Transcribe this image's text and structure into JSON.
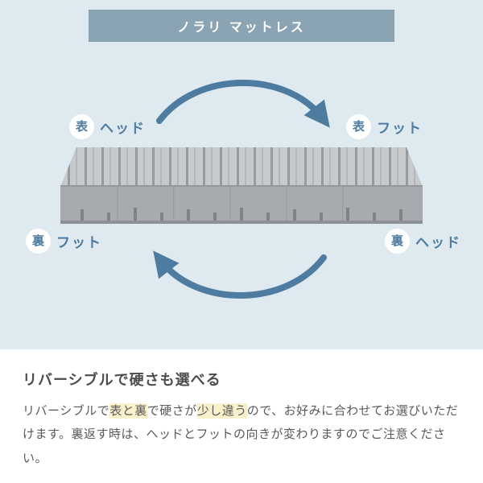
{
  "header": {
    "title": "ノラリ マットレス"
  },
  "diagram": {
    "badges": [
      {
        "circle": "表",
        "label": "ヘッド",
        "position": "top-left"
      },
      {
        "circle": "表",
        "label": "フット",
        "position": "top-right"
      },
      {
        "circle": "裏",
        "label": "フット",
        "position": "bottom-left"
      },
      {
        "circle": "裏",
        "label": "ヘッド",
        "position": "bottom-right"
      }
    ],
    "arrows": [
      "flip-arrow-top",
      "flip-arrow-bottom"
    ]
  },
  "section": {
    "heading": "リバーシブルで硬さも選べる",
    "body": [
      {
        "text": "リバーシブルで",
        "highlight": false
      },
      {
        "text": "表と裏",
        "highlight": true
      },
      {
        "text": "で硬さが",
        "highlight": false
      },
      {
        "text": "少し違う",
        "highlight": true
      },
      {
        "text": "ので、お好みに合わせてお選びいただけます。裏返す時は、ヘッドとフットの向きが変わりますのでご注意ください。",
        "highlight": false
      }
    ]
  },
  "colors": {
    "top_background": "#dfe9f0",
    "header_background": "#8ba4b4",
    "accent_blue": "#4e7ba0",
    "highlight_yellow": "#faf0cc",
    "mattress_top": "#c3c6ca",
    "mattress_front": "#a7aaae"
  }
}
